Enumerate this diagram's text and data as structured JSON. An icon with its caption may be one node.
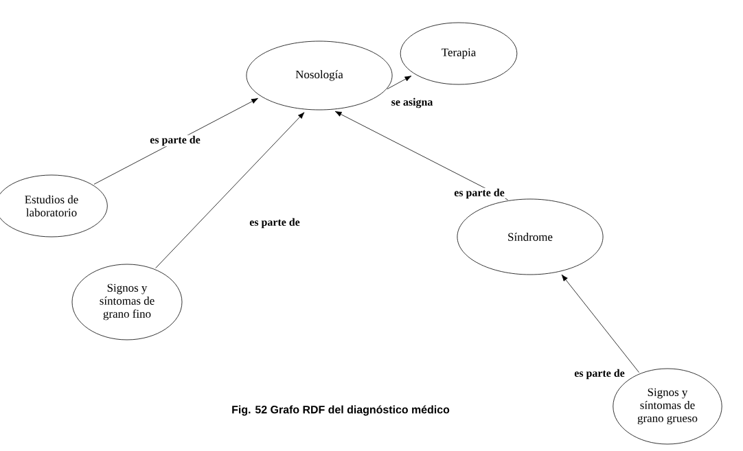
{
  "diagram": {
    "caption": "Fig. 52  Grafo RDF del diagnóstico médico",
    "nodes": [
      {
        "text": [
          "Nosología"
        ]
      },
      {
        "text": [
          "Terapia"
        ]
      },
      {
        "text": [
          "Estudios de laboratorio"
        ]
      },
      {
        "text": [
          "Signos y síntomas de grano fino"
        ]
      },
      {
        "text": [
          "Síndrome"
        ]
      },
      {
        "text": [
          "Signos y síntomas de grano grueso"
        ]
      }
    ],
    "edges": [
      {
        "from": 0,
        "to": 1,
        "arrow": "to",
        "label": "se  asigna"
      },
      {
        "from": 2,
        "to": 0,
        "arrow": "to",
        "label": "es  parte  de"
      },
      {
        "from": 3,
        "to": 0,
        "arrow": "to",
        "label": "es  parte  de"
      },
      {
        "from": 4,
        "to": 0,
        "arrow": "to",
        "label": "es  parte  de"
      },
      {
        "from": 5,
        "to": 4,
        "arrow": "to",
        "label": "es  parte  de"
      }
    ]
  }
}
